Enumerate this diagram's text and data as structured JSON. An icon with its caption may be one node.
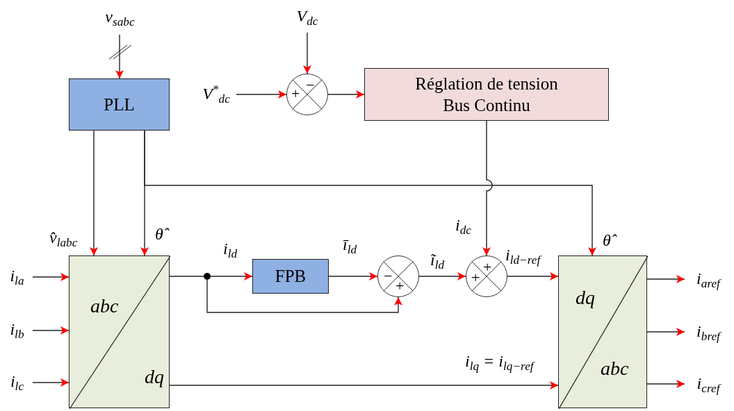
{
  "diagram": {
    "nodes": [
      {
        "text": [
          "v$_{sabc}$"
        ]
      },
      {
        "text": [
          "PLL"
        ]
      },
      {
        "text": [
          "V$_{dc}$"
        ]
      },
      {
        "text": [
          "V$^{*}$$_{dc}$"
        ]
      },
      {
        "text": [
          "+",
          "−"
        ]
      },
      {
        "text": [
          "Réglation de tension Bus Continu"
        ]
      },
      {
        "text": [
          "abc",
          "dq"
        ]
      },
      {
        "text": [
          "i$_{la}$"
        ]
      },
      {
        "text": [
          "i$_{lb}$"
        ]
      },
      {
        "text": [
          "i$_{lc}$"
        ]
      },
      {
        "text": [],
        "shape": "circle"
      },
      {
        "text": [
          "FPB"
        ]
      },
      {
        "text": [
          "−",
          "+"
        ]
      },
      {
        "text": [
          "+",
          "+"
        ]
      },
      {
        "text": [
          "dq",
          "abc"
        ]
      },
      {
        "text": [
          "i$_{aref}$"
        ]
      },
      {
        "text": [
          "i$_{bref}$"
        ]
      },
      {
        "text": [
          "i$_{cref}$"
        ]
      }
    ],
    "edges": [
      {
        "from": 0,
        "to": 1,
        "arrow": "to"
      },
      {
        "from": 2,
        "to": 4,
        "arrow": "to"
      },
      {
        "from": 3,
        "to": 4,
        "arrow": "to"
      },
      {
        "from": 4,
        "to": 5,
        "arrow": "to"
      },
      {
        "from": 1,
        "to": 6,
        "arrow": "to",
        "label": "v̂$_{labc}$"
      },
      {
        "from": 1,
        "to": 6,
        "arrow": "to",
        "label": "θ̂"
      },
      {
        "from": 1,
        "to": 14,
        "arrow": "to",
        "label": "θ̂"
      },
      {
        "from": 5,
        "to": 13,
        "arrow": "to",
        "label": "i$_{dc}$"
      },
      {
        "from": 7,
        "to": 6,
        "arrow": "to"
      },
      {
        "from": 8,
        "to": 6,
        "arrow": "to"
      },
      {
        "from": 9,
        "to": 6,
        "arrow": "to"
      },
      {
        "from": 6,
        "to": 10,
        "arrow": "none"
      },
      {
        "from": 10,
        "to": 11,
        "arrow": "to",
        "label": "i$_{ld}$"
      },
      {
        "from": 11,
        "to": 12,
        "arrow": "to",
        "label": "ī$_{ld}$"
      },
      {
        "from": 10,
        "to": 12,
        "arrow": "to"
      },
      {
        "from": 12,
        "to": 13,
        "arrow": "to",
        "label": "ĩ$_{ld}$"
      },
      {
        "from": 13,
        "to": 14,
        "arrow": "to",
        "label": "i$_{ld−ref}$"
      },
      {
        "from": 6,
        "to": 14,
        "arrow": "to",
        "label": "i$_{lq}$ = i$_{lq−ref}$"
      },
      {
        "from": 14,
        "to": 15,
        "arrow": "to"
      },
      {
        "from": 14,
        "to": 16,
        "arrow": "to"
      },
      {
        "from": 14,
        "to": 17,
        "arrow": "to"
      }
    ]
  }
}
